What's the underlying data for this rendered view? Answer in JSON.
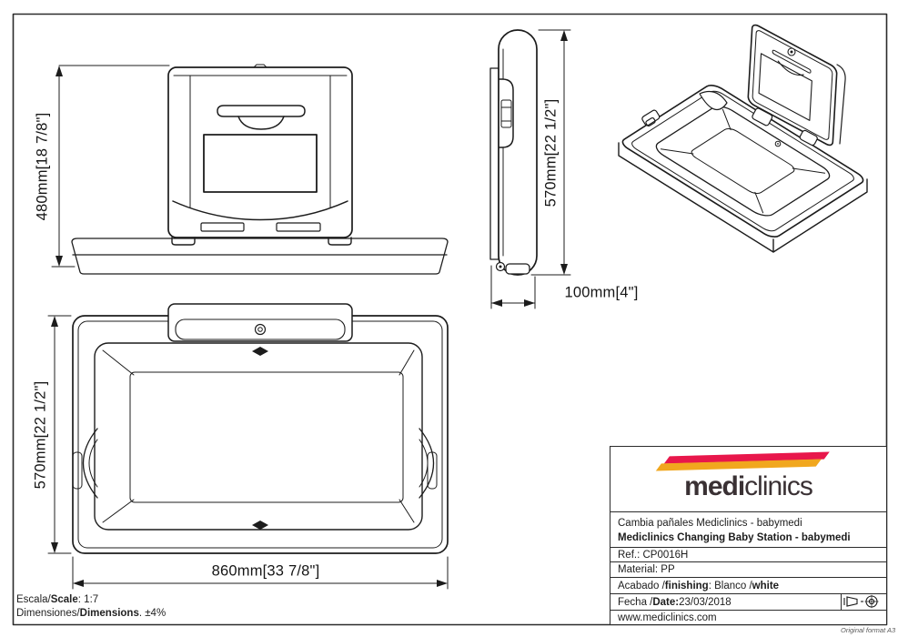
{
  "colors": {
    "line": "#1C1C1C",
    "stripe_red": "#E8174B",
    "stripe_yellow": "#F1A71E",
    "logo_text": "#3A3134"
  },
  "dimensions": {
    "front_height": "480mm[18 7/8\"]",
    "side_height": "570mm[22 1/2\"]",
    "side_depth": "100mm[4\"]",
    "top_height": "570mm[22 1/2\"]",
    "top_width": "860mm[33 7/8\"]"
  },
  "notes": {
    "scale": {
      "p1": "Escala/",
      "b1": "Scale",
      "p2": ":  1:7"
    },
    "tolerance": {
      "p1": "Dimensiones/",
      "b1": "Dimensions",
      "p2": ". ±4%"
    },
    "format": "Original format A3"
  },
  "title_block": {
    "logo": {
      "medi": "medi",
      "clinics": "clinics"
    },
    "rows": {
      "product_es": "Cambia pañales Mediclinics - babymedi",
      "product_en": "Mediclinics Changing Baby Station - babymedi",
      "ref": "Ref.: CP0016H",
      "material": "Material: PP",
      "finishing": {
        "p1": "Acabado / ",
        "b1": "finishing",
        "p2": ": Blanco / ",
        "b2": "white"
      },
      "date": {
        "p1": "Fecha / ",
        "b1": "Date:",
        "p2": " 23/03/2018"
      },
      "website": "www.mediclinics.com"
    }
  },
  "icons": {
    "projection": "first-angle-projection-symbol"
  }
}
